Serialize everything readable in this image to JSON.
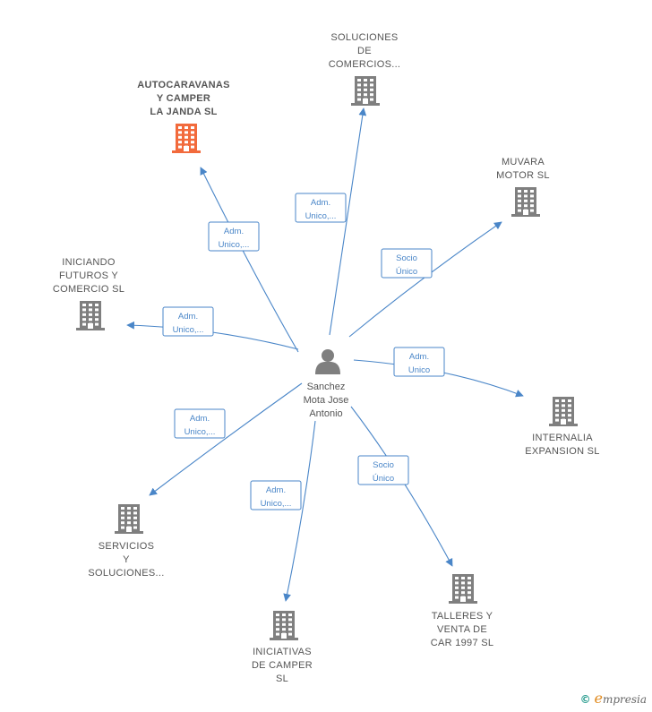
{
  "center": {
    "name_lines": [
      "Sanchez",
      "Mota Jose",
      "Antonio"
    ],
    "icon": "person-icon"
  },
  "companies": [
    {
      "id": "autocaravanas",
      "lines": [
        "AUTOCARAVANAS",
        "Y CAMPER",
        "LA JANDA  SL"
      ],
      "highlight": true,
      "icon": "building-icon"
    },
    {
      "id": "soluciones-comercios",
      "lines": [
        "SOLUCIONES",
        "DE",
        "COMERCIOS..."
      ],
      "highlight": false,
      "icon": "building-icon"
    },
    {
      "id": "muvara",
      "lines": [
        "MUVARA",
        "MOTOR SL"
      ],
      "highlight": false,
      "icon": "building-icon"
    },
    {
      "id": "iniciando",
      "lines": [
        "INICIANDO",
        "FUTUROS Y",
        "COMERCIO  SL"
      ],
      "highlight": false,
      "icon": "building-icon"
    },
    {
      "id": "internalia",
      "lines": [
        "INTERNALIA",
        "EXPANSION  SL"
      ],
      "highlight": false,
      "icon": "building-icon"
    },
    {
      "id": "servicios",
      "lines": [
        "SERVICIOS",
        "Y",
        "SOLUCIONES..."
      ],
      "highlight": false,
      "icon": "building-icon"
    },
    {
      "id": "iniciativas",
      "lines": [
        "INICIATIVAS",
        "DE CAMPER",
        "SL"
      ],
      "highlight": false,
      "icon": "building-icon"
    },
    {
      "id": "talleres",
      "lines": [
        "TALLERES Y",
        "VENTA DE",
        "CAR 1997  SL"
      ],
      "highlight": false,
      "icon": "building-icon"
    }
  ],
  "edges": [
    {
      "to": "autocaravanas",
      "label": [
        "Adm.",
        "Unico,..."
      ]
    },
    {
      "to": "soluciones-comercios",
      "label": [
        "Adm.",
        "Unico,..."
      ]
    },
    {
      "to": "muvara",
      "label": [
        "Socio",
        "Único"
      ]
    },
    {
      "to": "iniciando",
      "label": [
        "Adm.",
        "Unico,..."
      ]
    },
    {
      "to": "internalia",
      "label": [
        "Adm.",
        "Unico"
      ]
    },
    {
      "to": "servicios",
      "label": [
        "Adm.",
        "Unico,..."
      ]
    },
    {
      "to": "iniciativas",
      "label": [
        "Adm.",
        "Unico,..."
      ]
    },
    {
      "to": "talleres",
      "label": [
        "Socio",
        "Único"
      ]
    }
  ],
  "colors": {
    "edge": "#4a86c8",
    "building": "#7f7f7f",
    "building_highlight": "#f26a3c",
    "person": "#7f7f7f"
  },
  "footer": {
    "copyright_symbol": "©",
    "brand_initial": "e",
    "brand_rest": "mpresia"
  }
}
